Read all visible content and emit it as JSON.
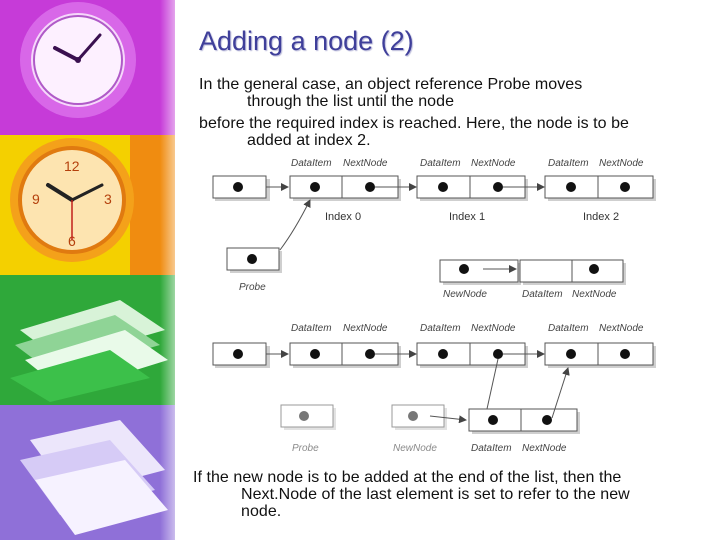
{
  "slide": {
    "title": "Adding a node (2)",
    "paragraph1": {
      "first_line": "In the general case, an object reference Probe moves",
      "continuation": "through the list until the node"
    },
    "paragraph2": {
      "first_line": "before the required index is reached. Here, the node is to be",
      "continuation": "added at index 2."
    },
    "paragraph3": {
      "first_line": "If the new node is to be added at the end of the list, then the",
      "continuation_1": "Next.Node of the last element is set to refer to the new",
      "continuation_2": "node."
    }
  },
  "diagram": {
    "field_labels": {
      "data_item": "DataItem",
      "next_node": "NextNode"
    },
    "index_labels": [
      "Index 0",
      "Index 1",
      "Index 2"
    ],
    "probe_label": "Probe",
    "new_node_label": "NewNode",
    "colors": {
      "box_fill": "#ffffff",
      "box_stroke": "#555555",
      "shadow": "#cfcfcf",
      "dot": "#111111",
      "faded_dot": "#666666"
    }
  },
  "decor": {
    "strip_panels": [
      "purple-clock",
      "orange-clock",
      "green-books",
      "violet-papers"
    ]
  }
}
